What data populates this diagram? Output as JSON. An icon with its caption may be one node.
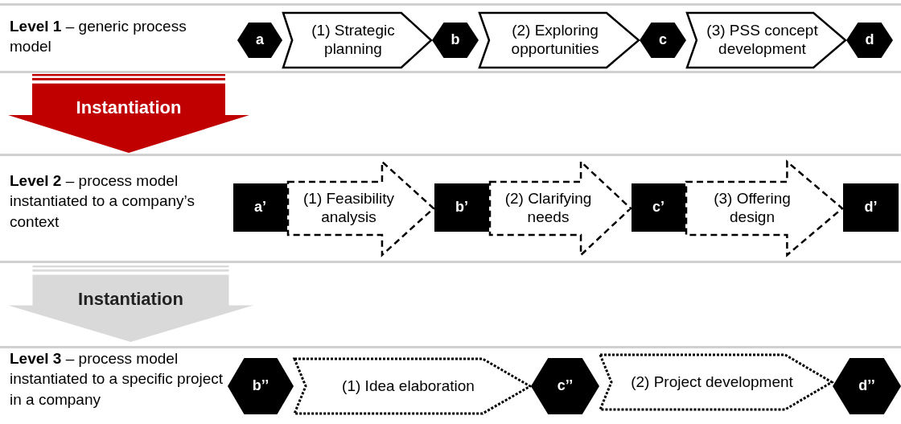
{
  "diagram": {
    "nodes": [
      {
        "text": [
          "a"
        ]
      },
      {
        "text": [
          "b"
        ]
      },
      {
        "text": [
          "c"
        ]
      },
      {
        "text": [
          "d"
        ]
      },
      {
        "text": [
          "Instantiation"
        ]
      },
      {
        "text": [
          "a’"
        ]
      },
      {
        "text": [
          "b’"
        ]
      },
      {
        "text": [
          "c’"
        ]
      },
      {
        "text": [
          "d’"
        ]
      },
      {
        "text": [
          "Instantiation"
        ]
      },
      {
        "text": [
          "b’’"
        ]
      },
      {
        "text": [
          "c’’"
        ]
      },
      {
        "text": [
          "d’’"
        ]
      }
    ],
    "edges": [
      {
        "from": 0,
        "to": 1,
        "arrow": "to",
        "label": "(1) Strategic planning"
      },
      {
        "from": 1,
        "to": 2,
        "arrow": "to",
        "label": "(2) Exploring opportunities"
      },
      {
        "from": 2,
        "to": 3,
        "arrow": "to",
        "label": "(3) PSS concept development"
      },
      {
        "from": 5,
        "to": 6,
        "arrow": "to",
        "label": "(1) Feasibility analysis",
        "style": "dashed"
      },
      {
        "from": 6,
        "to": 7,
        "arrow": "to",
        "label": "(2) Clarifying needs",
        "style": "dashed"
      },
      {
        "from": 7,
        "to": 8,
        "arrow": "to",
        "label": "(3) Offering design",
        "style": "dashed"
      },
      {
        "from": 10,
        "to": 11,
        "arrow": "to",
        "label": "(1) Idea elaboration",
        "style": "dashed"
      },
      {
        "from": 11,
        "to": 12,
        "arrow": "to",
        "label": "(2) Project development",
        "style": "dashed"
      }
    ],
    "labels": [
      "**Level 1** – generic process model",
      "**Level 2** – process model instantiated to a company’s context",
      "**Level 3** – process model instantiated to a specific project in a company"
    ]
  }
}
